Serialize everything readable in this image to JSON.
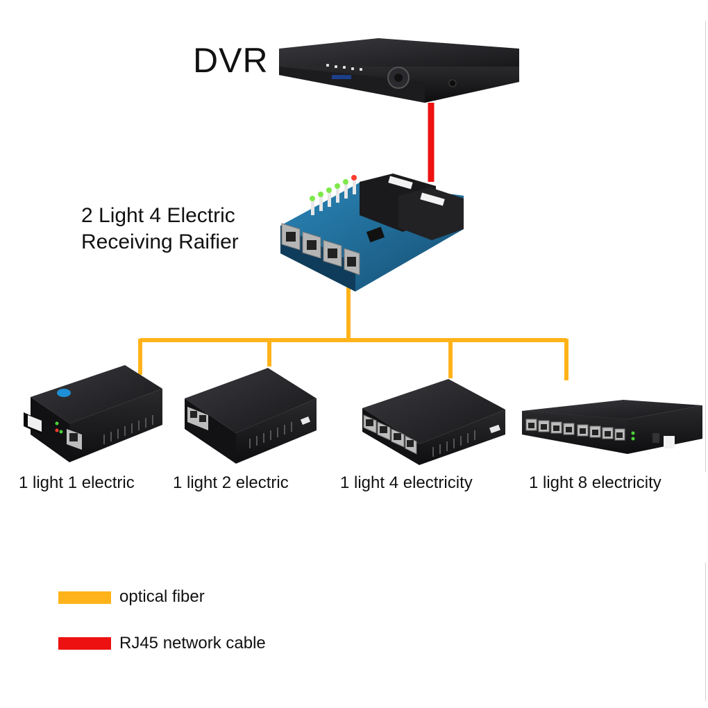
{
  "dvr": {
    "label": "DVR"
  },
  "hub": {
    "label_line1": "2 Light 4 Electric",
    "label_line2": "Receiving Raifier"
  },
  "devices": [
    {
      "label": "1 light 1 electric"
    },
    {
      "label": "1 light 2 electric"
    },
    {
      "label": "1 light 4 electricity"
    },
    {
      "label": "1 light 8 electricity"
    }
  ],
  "legend": [
    {
      "label": "optical fiber",
      "color": "#ffb31a"
    },
    {
      "label": "RJ45 network cable",
      "color": "#ee1111"
    }
  ],
  "colors": {
    "fiber": "#ffb31a",
    "rj45": "#ee1111",
    "device_body": "#1b1b1d",
    "board": "#1e6e9e"
  }
}
